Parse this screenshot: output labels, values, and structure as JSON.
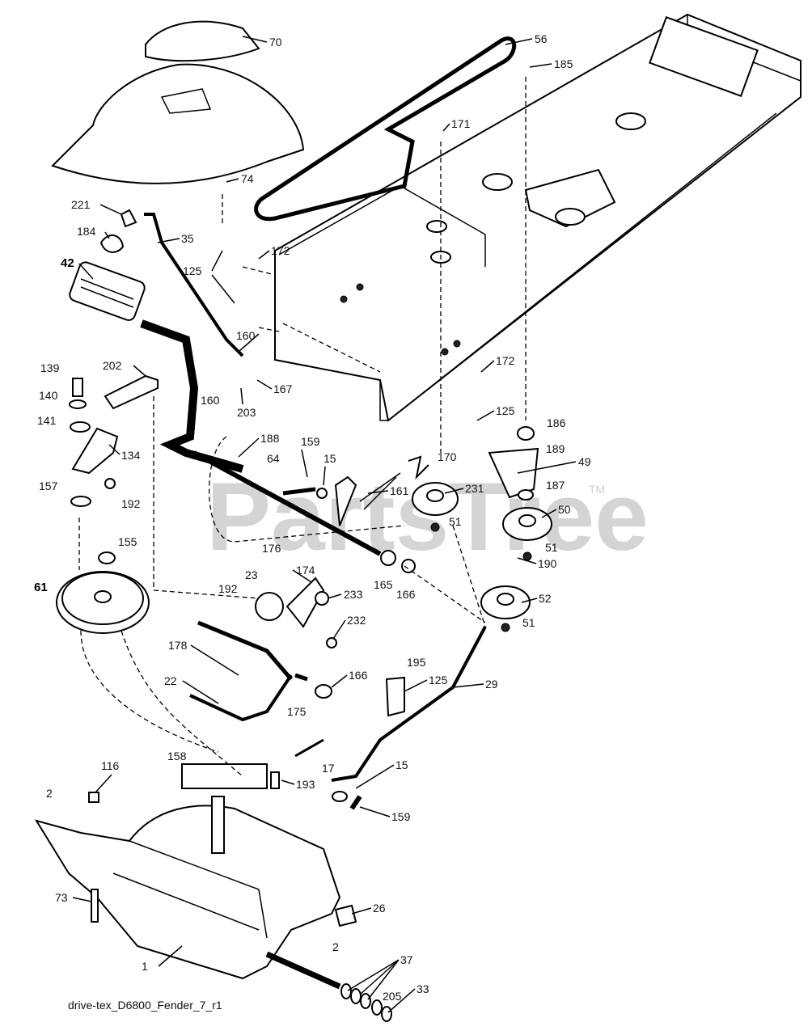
{
  "diagram": {
    "caption": "drive-tex_D6800_Fender_7_r1",
    "watermark": "PartsTree",
    "watermark_tm": "TM",
    "callouts": [
      "70",
      "56",
      "185",
      "171",
      "74",
      "221",
      "35",
      "184",
      "172",
      "125",
      "42",
      "160",
      "167",
      "203",
      "139",
      "202",
      "140",
      "141",
      "134",
      "157",
      "192",
      "186",
      "189",
      "49",
      "188",
      "159",
      "15",
      "170",
      "231",
      "161",
      "64",
      "187",
      "50",
      "51",
      "155",
      "61",
      "176",
      "174",
      "233",
      "23",
      "192",
      "232",
      "165",
      "166",
      "190",
      "52",
      "51",
      "178",
      "22",
      "166",
      "175",
      "195",
      "125",
      "29",
      "116",
      "158",
      "17",
      "193",
      "2",
      "15",
      "159",
      "73",
      "26",
      "1",
      "2",
      "37",
      "205",
      "33",
      "172",
      "125",
      "160",
      "51"
    ]
  }
}
